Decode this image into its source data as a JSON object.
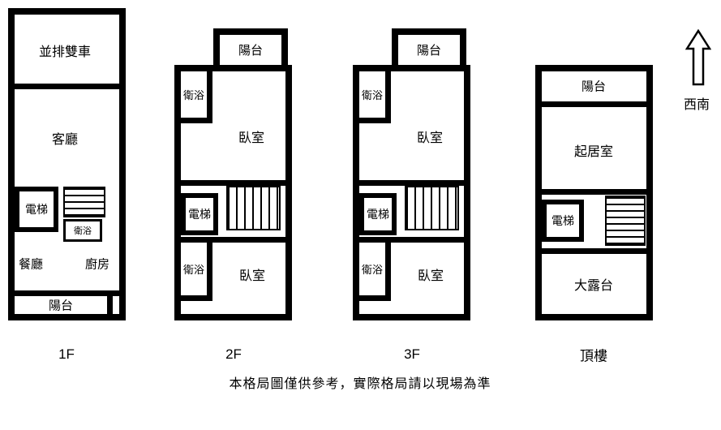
{
  "floors": [
    {
      "label": "1F",
      "rooms": {
        "garage": "並排雙車",
        "living": "客廳",
        "elevator": "電梯",
        "bath": "衛浴",
        "dining": "餐廳",
        "kitchen": "廚房",
        "balcony": "陽台"
      }
    },
    {
      "label": "2F",
      "rooms": {
        "balcony": "陽台",
        "bath_top": "衛浴",
        "bedroom_top": "臥室",
        "elevator": "電梯",
        "bath_bottom": "衛浴",
        "bedroom_bottom": "臥室"
      }
    },
    {
      "label": "3F",
      "rooms": {
        "balcony": "陽台",
        "bath_top": "衛浴",
        "bedroom_top": "臥室",
        "elevator": "電梯",
        "bath_bottom": "衛浴",
        "bedroom_bottom": "臥室"
      }
    },
    {
      "label": "頂樓",
      "rooms": {
        "balcony": "陽台",
        "sitting": "起居室",
        "elevator": "電梯",
        "terrace": "大露台"
      }
    }
  ],
  "compass": {
    "direction": "西南"
  },
  "disclaimer": "本格局圖僅供參考，實際格局請以現場為準",
  "colors": {
    "wall": "#000000",
    "background": "#ffffff"
  }
}
